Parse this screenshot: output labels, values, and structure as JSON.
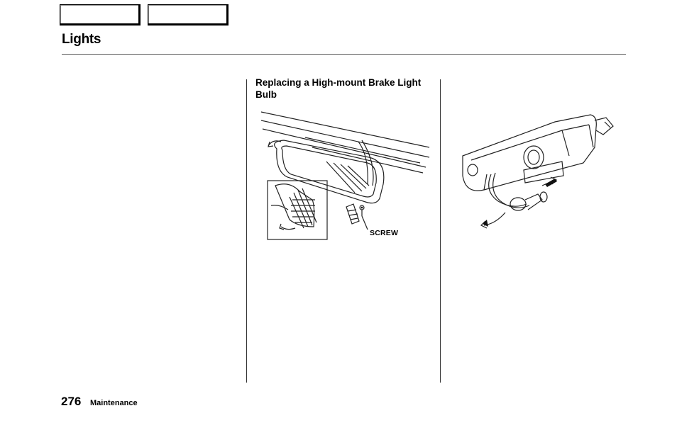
{
  "nav": {
    "buttons": [
      "",
      ""
    ]
  },
  "page": {
    "title": "Lights",
    "section_heading": "Replacing a High-mount Brake Light Bulb",
    "figure_left_label": "SCREW",
    "page_number": "276",
    "footer_section": "Maintenance"
  }
}
